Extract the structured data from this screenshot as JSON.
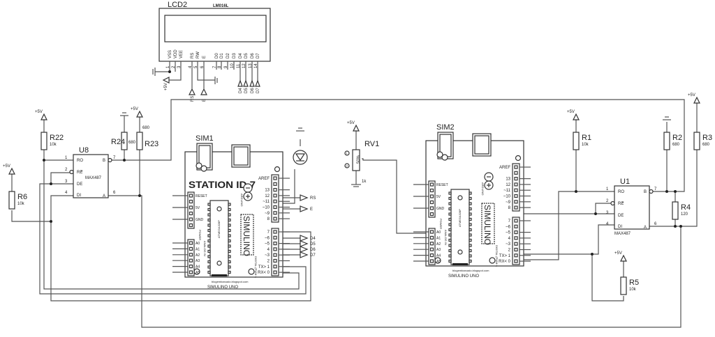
{
  "lcd": {
    "ref": "LCD2",
    "model": "LM016L",
    "pins": [
      {
        "name": "VSS",
        "num": "1"
      },
      {
        "name": "VDD",
        "num": "2"
      },
      {
        "name": "VEE",
        "num": "3"
      },
      {
        "name": "RS",
        "num": "4"
      },
      {
        "name": "RW",
        "num": "5"
      },
      {
        "name": "E",
        "num": "6"
      },
      {
        "name": "D0",
        "num": "7"
      },
      {
        "name": "D1",
        "num": "8"
      },
      {
        "name": "D2",
        "num": "9"
      },
      {
        "name": "D3",
        "num": "10"
      },
      {
        "name": "D4",
        "num": "11"
      },
      {
        "name": "D5",
        "num": "12"
      },
      {
        "name": "D6",
        "num": "13"
      },
      {
        "name": "D7",
        "num": "14"
      }
    ],
    "net_labels": [
      "RS",
      "E",
      "D4",
      "D5",
      "D6",
      "D7"
    ],
    "power_label": "+5V"
  },
  "sim1": {
    "ref": "SIM1",
    "title": "STATION ID 7",
    "name": "SIMULINO UNO",
    "url": "blogembarcado.blogspot.com",
    "logo": "SIMULINO",
    "net_labels": [
      "RS",
      "E",
      "D4",
      "D5",
      "D6",
      "D7"
    ]
  },
  "sim2": {
    "ref": "SIM2",
    "name": "SIMULINO UNO",
    "url": "blogembarcado.blogspot.com",
    "logo": "SIMULINO"
  },
  "board_pins": {
    "digital_top": [
      "AREF",
      "",
      "13",
      "12",
      "~11",
      "~10",
      "~9",
      "8"
    ],
    "digital_bottom": [
      "7",
      "~6",
      "~5",
      "4",
      "~3",
      "2",
      "TX> 1",
      "RX< 0"
    ],
    "power": [
      "RESET",
      "",
      "5V",
      "",
      "GND",
      ""
    ],
    "analog": [
      "A0",
      "A1",
      "A2",
      "A3",
      "A4",
      "A5"
    ],
    "side_labels": [
      "DIGITAL (PWM~)",
      "POWER",
      "ANALOG IN",
      "ATMEGA328P",
      "ARDUINO"
    ]
  },
  "u8": {
    "ref": "U8",
    "model": "MAX487",
    "pins_left": [
      "RO",
      "RE",
      "DE",
      "DI"
    ],
    "nums_left": [
      "1",
      "2",
      "3",
      "4"
    ],
    "pins_right": [
      "B",
      "A"
    ],
    "nums_right": [
      "7",
      "6"
    ]
  },
  "u1": {
    "ref": "U1",
    "model": "MAX487",
    "pins_left": [
      "RO",
      "RE",
      "DE",
      "DI"
    ],
    "nums_left": [
      "1",
      "2",
      "3",
      "4"
    ],
    "pins_right": [
      "B",
      "A"
    ],
    "nums_right": [
      "7",
      "6"
    ]
  },
  "resistors": [
    {
      "ref": "R22",
      "value": "10k"
    },
    {
      "ref": "R6",
      "value": "10k"
    },
    {
      "ref": "R24",
      "value": "680"
    },
    {
      "ref": "R23",
      "value": "680"
    },
    {
      "ref": "R1",
      "value": "10k"
    },
    {
      "ref": "R2",
      "value": "680"
    },
    {
      "ref": "R3",
      "value": "680"
    },
    {
      "ref": "R4",
      "value": "120"
    },
    {
      "ref": "R5",
      "value": "10k"
    }
  ],
  "rv1": {
    "ref": "RV1",
    "value": "1k",
    "percent": "50%",
    "pin1": "1",
    "pin3": "3"
  },
  "power_label": "+5V"
}
